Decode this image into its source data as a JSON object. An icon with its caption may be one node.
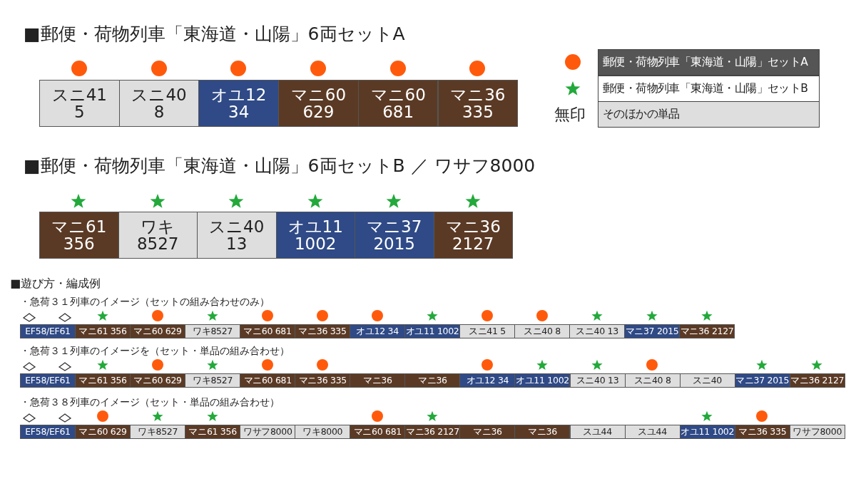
{
  "diagram": {
    "nodes": [
      {
        "text": [
          "スニ41 5"
        ]
      },
      {
        "text": [
          "スニ40 8"
        ]
      },
      {
        "text": [
          "オユ12 34"
        ]
      },
      {
        "text": [
          "マニ60 629"
        ]
      },
      {
        "text": [
          "マニ60 681"
        ]
      },
      {
        "text": [
          "マニ36 335"
        ]
      },
      {
        "text": [
          "マニ61 356"
        ]
      },
      {
        "text": [
          "ワキ 8527"
        ]
      },
      {
        "text": [
          "スニ40 13"
        ]
      },
      {
        "text": [
          "オユ11 1002"
        ]
      },
      {
        "text": [
          "マニ37 2015"
        ]
      },
      {
        "text": [
          "マニ36 2127"
        ]
      },
      {
        "text": [
          "EF58/EF61"
        ]
      },
      {
        "text": [
          "マニ61 356"
        ]
      },
      {
        "text": [
          "マニ60 629"
        ]
      },
      {
        "text": [
          "ワキ8527"
        ]
      },
      {
        "text": [
          "マニ60 681"
        ]
      },
      {
        "text": [
          "マニ36 335"
        ]
      },
      {
        "text": [
          "オユ12 34"
        ]
      },
      {
        "text": [
          "オユ11 1002"
        ]
      },
      {
        "text": [
          "スニ41 5"
        ]
      },
      {
        "text": [
          "スニ40 8"
        ]
      },
      {
        "text": [
          "スニ40 13"
        ]
      },
      {
        "text": [
          "マニ37 2015"
        ]
      },
      {
        "text": [
          "マニ36 2127"
        ]
      },
      {
        "text": [
          "EF58/EF61"
        ]
      },
      {
        "text": [
          "マニ61 356"
        ]
      },
      {
        "text": [
          "マニ60 629"
        ]
      },
      {
        "text": [
          "ワキ8527"
        ]
      },
      {
        "text": [
          "マニ60 681"
        ]
      },
      {
        "text": [
          "マニ36 335"
        ]
      },
      {
        "text": [
          "マニ36"
        ]
      },
      {
        "text": [
          "マニ36"
        ]
      },
      {
        "text": [
          "オユ12 34"
        ]
      },
      {
        "text": [
          "オユ11 1002"
        ]
      },
      {
        "text": [
          "スニ40 13"
        ]
      },
      {
        "text": [
          "スニ40 8"
        ]
      },
      {
        "text": [
          "スニ40"
        ]
      },
      {
        "text": [
          "マニ37 2015"
        ]
      },
      {
        "text": [
          "マニ36 2127"
        ]
      },
      {
        "text": [
          "EF58/EF61"
        ]
      },
      {
        "text": [
          "マニ60 629"
        ]
      },
      {
        "text": [
          "ワキ8527"
        ]
      },
      {
        "text": [
          "マニ61 356"
        ]
      },
      {
        "text": [
          "ワサフ8000"
        ]
      },
      {
        "text": [
          "ワキ8000"
        ]
      },
      {
        "text": [
          "マニ60 681"
        ]
      },
      {
        "text": [
          "マニ36 2127"
        ]
      },
      {
        "text": [
          "マニ36"
        ]
      },
      {
        "text": [
          "マニ36"
        ]
      },
      {
        "text": [
          "スユ44"
        ]
      },
      {
        "text": [
          "スユ44"
        ]
      },
      {
        "text": [
          "オユ11 1002"
        ]
      },
      {
        "text": [
          "マニ36 335"
        ]
      },
      {
        "text": [
          "ワサフ8000"
        ]
      }
    ],
    "labels": [
      "■郵便・荷物列車「東海道・山陽」6両セットA",
      "無印",
      "■郵便・荷物列車「東海道・山陽」6両セットB ／ ワサフ8000",
      "■遊び方・編成例",
      "・急荷３１列車のイメージ（セットの組み合わせのみ）",
      "・急荷３１列車のイメージを（セット・単品の組み合わせ）",
      "・急荷３８列車のイメージ（セット・単品の組み合わせ）"
    ],
    "legend": [
      {
        "text": "郵便・荷物列車「東海道・山陽」セットA"
      },
      {
        "text": "郵便・荷物列車「東海道・山陽」セットB"
      },
      {
        "text": "そのほかの単品"
      }
    ]
  }
}
